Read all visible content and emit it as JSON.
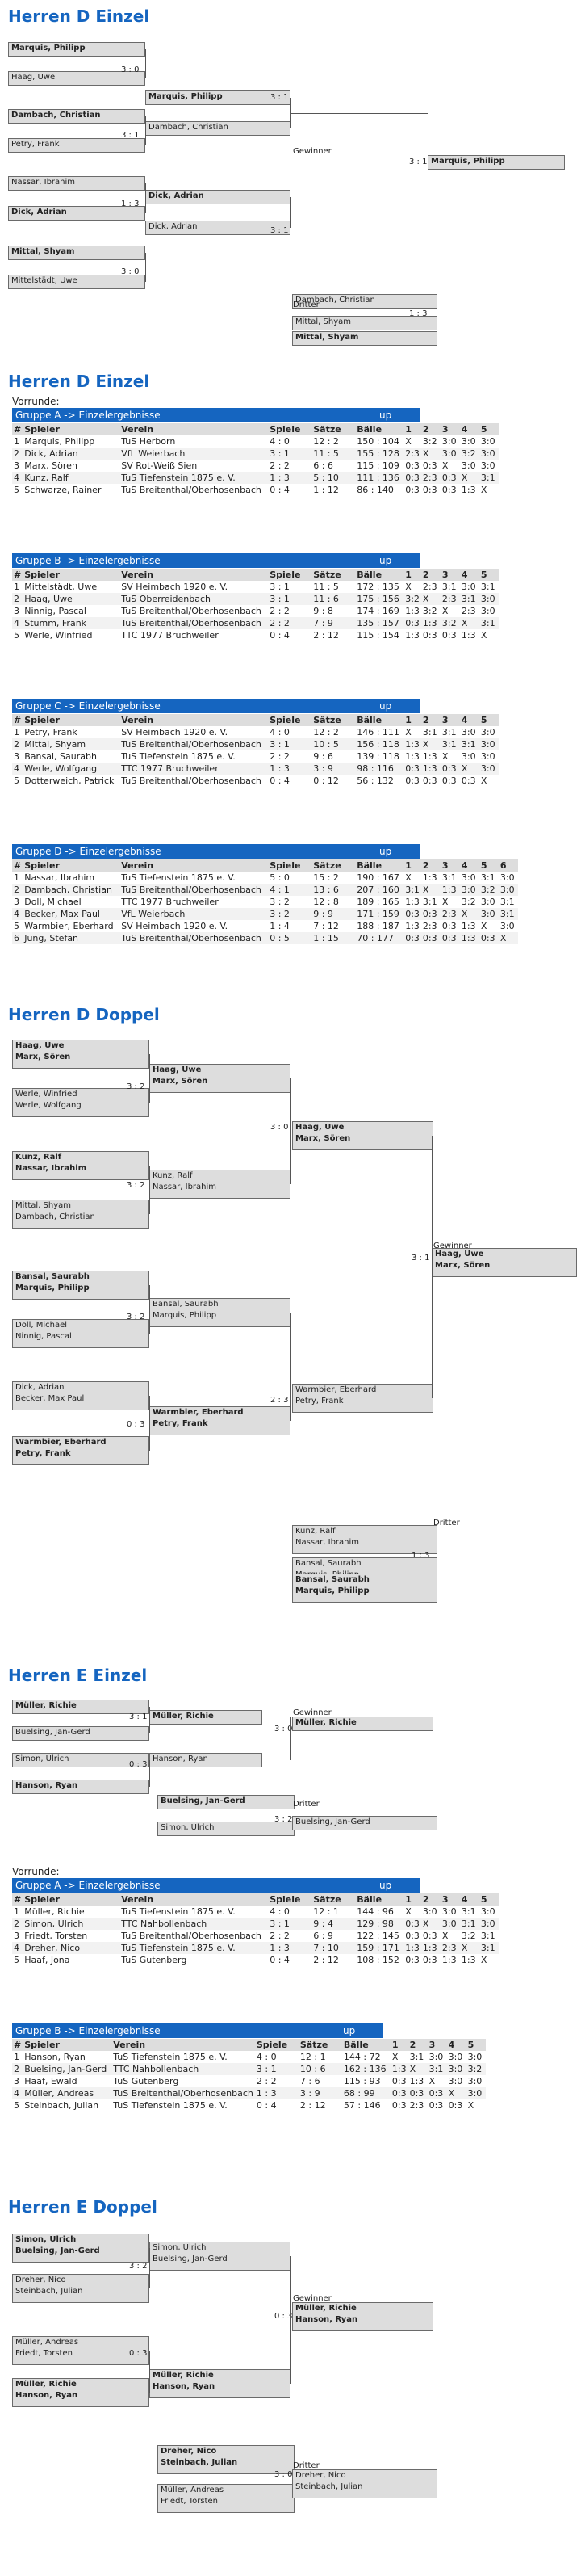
{
  "brackets": [
    {
      "title": "Herren D Einzel",
      "boxes": [
        {
          "k": "b",
          "l": [
            "Marquis, Philipp"
          ],
          "w": [
            1
          ]
        },
        {
          "k": "b",
          "l": [
            "Haag, Uwe"
          ],
          "w": []
        },
        {
          "k": "b",
          "l": [
            "Dambach, Christian"
          ],
          "w": [
            1
          ]
        },
        {
          "k": "b",
          "l": [
            "Petry, Frank"
          ],
          "w": []
        },
        {
          "k": "b",
          "l": [
            "Nassar, Ibrahim"
          ],
          "w": []
        },
        {
          "k": "b",
          "l": [
            "Dick, Adrian"
          ],
          "w": [
            1
          ]
        },
        {
          "k": "b",
          "l": [
            "Mittal, Shyam"
          ],
          "w": [
            1
          ]
        },
        {
          "k": "b",
          "l": [
            "Mittelstädt, Uwe"
          ],
          "w": []
        },
        {
          "k": "b",
          "l": [
            "Marquis, Philipp"
          ],
          "w": [
            1
          ]
        },
        {
          "k": "b",
          "l": [
            "Dambach, Christian"
          ],
          "w": []
        },
        {
          "k": "b",
          "l": [
            "Dick, Adrian"
          ],
          "w": [
            1
          ]
        },
        {
          "k": "b",
          "l": [
            "Dick, Adrian"
          ],
          "w": []
        },
        {
          "k": "b",
          "l": [
            "Marquis, Philipp"
          ],
          "w": [
            1
          ]
        },
        {
          "k": "b",
          "l": [
            "Dambach, Christian"
          ],
          "w": []
        },
        {
          "k": "b",
          "l": [
            "Mittal, Shyam"
          ],
          "w": []
        },
        {
          "k": "b",
          "l": [
            "Mittal, Shyam"
          ],
          "w": [
            1
          ]
        }
      ],
      "scores": [
        "3 : 0",
        "3 : 1",
        "1 : 3",
        "3 : 0",
        "3 : 1",
        "3 : 1",
        "3 : 1",
        "1 : 3"
      ],
      "labels": [
        "Gewinner",
        "Dritter"
      ]
    },
    {
      "title": "Herren D Doppel",
      "boxes": [
        {
          "k": "b",
          "l": [
            "Haag, Uwe",
            "Marx, Sören"
          ],
          "w": [
            1,
            1
          ]
        },
        {
          "k": "b",
          "l": [
            "Werle, Winfried",
            "Werle, Wolfgang"
          ],
          "w": []
        },
        {
          "k": "b",
          "l": [
            "Kunz, Ralf",
            "Nassar, Ibrahim"
          ],
          "w": [
            1,
            1
          ]
        },
        {
          "k": "b",
          "l": [
            "Mittal, Shyam",
            "Dambach, Christian"
          ],
          "w": []
        },
        {
          "k": "b",
          "l": [
            "Bansal, Saurabh",
            "Marquis, Philipp"
          ],
          "w": [
            1,
            1
          ]
        },
        {
          "k": "b",
          "l": [
            "Doll, Michael",
            "Ninnig, Pascal"
          ],
          "w": []
        },
        {
          "k": "b",
          "l": [
            "Dick, Adrian",
            "Becker, Max Paul"
          ],
          "w": []
        },
        {
          "k": "b",
          "l": [
            "Warmbier, Eberhard",
            "Petry, Frank"
          ],
          "w": [
            1,
            1
          ]
        },
        {
          "k": "b",
          "l": [
            "Haag, Uwe",
            "Marx, Sören"
          ],
          "w": [
            1,
            1
          ]
        },
        {
          "k": "b",
          "l": [
            "Kunz, Ralf",
            "Nassar, Ibrahim"
          ],
          "w": []
        },
        {
          "k": "b",
          "l": [
            "Bansal, Saurabh",
            "Marquis, Philipp"
          ],
          "w": []
        },
        {
          "k": "b",
          "l": [
            "Warmbier, Eberhard",
            "Petry, Frank"
          ],
          "w": [
            1,
            1
          ]
        },
        {
          "k": "b",
          "l": [
            "Haag, Uwe",
            "Marx, Sören"
          ],
          "w": [
            1,
            1
          ]
        },
        {
          "k": "b",
          "l": [
            "Warmbier, Eberhard",
            "Petry, Frank"
          ],
          "w": []
        },
        {
          "k": "b",
          "l": [
            "Haag, Uwe",
            "Marx, Sören"
          ],
          "w": [
            1,
            1
          ]
        },
        {
          "k": "b",
          "l": [
            "Kunz, Ralf",
            "Nassar, Ibrahim"
          ],
          "w": []
        },
        {
          "k": "b",
          "l": [
            "Bansal, Saurabh",
            "Marquis, Philipp"
          ],
          "w": []
        },
        {
          "k": "b",
          "l": [
            "Bansal, Saurabh",
            "Marquis, Philipp"
          ],
          "w": [
            1,
            1
          ]
        }
      ],
      "scores": [
        "3 : 2",
        "3 : 2",
        "3 : 2",
        "0 : 3",
        "3 : 0",
        "2 : 3",
        "3 : 1",
        "1 : 3"
      ],
      "labels": [
        "Gewinner",
        "Dritter"
      ]
    },
    {
      "title": "Herren E Einzel",
      "boxes": [
        {
          "k": "b",
          "l": [
            "Müller, Richie"
          ],
          "w": [
            1
          ]
        },
        {
          "k": "b",
          "l": [
            "Buelsing, Jan-Gerd"
          ],
          "w": []
        },
        {
          "k": "b",
          "l": [
            "Simon, Ulrich"
          ],
          "w": []
        },
        {
          "k": "b",
          "l": [
            "Hanson, Ryan"
          ],
          "w": [
            1
          ]
        },
        {
          "k": "b",
          "l": [
            "Müller, Richie"
          ],
          "w": [
            1
          ]
        },
        {
          "k": "b",
          "l": [
            "Hanson, Ryan"
          ],
          "w": []
        },
        {
          "k": "b",
          "l": [
            "Müller, Richie"
          ],
          "w": [
            1
          ]
        },
        {
          "k": "b",
          "l": [
            "Buelsing, Jan-Gerd"
          ],
          "w": [
            1
          ]
        },
        {
          "k": "b",
          "l": [
            "Simon, Ulrich"
          ],
          "w": []
        },
        {
          "k": "b",
          "l": [
            "Buelsing, Jan-Gerd"
          ],
          "w": []
        }
      ],
      "scores": [
        "3 : 1",
        "0 : 3",
        "3 : 0",
        "3 : 2"
      ],
      "labels": [
        "Gewinner",
        "Dritter"
      ]
    },
    {
      "title": "Herren E Doppel",
      "boxes": [
        {
          "k": "b",
          "l": [
            "Simon, Ulrich",
            "Buelsing, Jan-Gerd"
          ],
          "w": [
            1,
            1
          ]
        },
        {
          "k": "b",
          "l": [
            "Dreher, Nico",
            "Steinbach, Julian"
          ],
          "w": []
        },
        {
          "k": "b",
          "l": [
            "Müller, Andreas",
            "Friedt, Torsten"
          ],
          "w": []
        },
        {
          "k": "b",
          "l": [
            "Müller, Richie",
            "Hanson, Ryan"
          ],
          "w": [
            1,
            1
          ]
        },
        {
          "k": "b",
          "l": [
            "Simon, Ulrich",
            "Buelsing, Jan-Gerd"
          ],
          "w": []
        },
        {
          "k": "b",
          "l": [
            "Müller, Richie",
            "Hanson, Ryan"
          ],
          "w": [
            1,
            1
          ]
        },
        {
          "k": "b",
          "l": [
            "Müller, Richie",
            "Hanson, Ryan"
          ],
          "w": [
            1,
            1
          ]
        },
        {
          "k": "b",
          "l": [
            "Dreher, Nico",
            "Steinbach, Julian"
          ],
          "w": [
            1,
            1
          ]
        },
        {
          "k": "b",
          "l": [
            "Müller, Andreas",
            "Friedt, Torsten"
          ],
          "w": []
        },
        {
          "k": "b",
          "l": [
            "Dreher, Nico",
            "Steinbach, Julian"
          ],
          "w": []
        }
      ],
      "scores": [
        "3 : 2",
        "0 : 3",
        "0 : 3",
        "3 : 0"
      ],
      "labels": [
        "Gewinner",
        "Dritter"
      ]
    }
  ],
  "groups_title": "Herren D Einzel",
  "vorrunde": "Vorrunde:",
  "up_label": "up",
  "headers": [
    "#",
    "Spieler",
    "Verein",
    "Spiele",
    "Sätze",
    "Bälle",
    "1",
    "2",
    "3",
    "4",
    "5",
    "6"
  ],
  "groups": [
    {
      "name": "Gruppe A -> Einzelergebnisse",
      "rows": [
        [
          "1",
          "Marquis, Philipp",
          "TuS Herborn",
          "4 : 0",
          "12 : 2",
          "150 : 104",
          "X",
          "3:2",
          "3:0",
          "3:0",
          "3:0"
        ],
        [
          "2",
          "Dick, Adrian",
          "VfL Weierbach",
          "3 : 1",
          "11 : 5",
          "155 : 128",
          "2:3",
          "X",
          "3:0",
          "3:2",
          "3:0"
        ],
        [
          "3",
          "Marx, Sören",
          "SV Rot-Weiß Sien",
          "2 : 2",
          "6 : 6",
          "115 : 109",
          "0:3",
          "0:3",
          "X",
          "3:0",
          "3:0"
        ],
        [
          "4",
          "Kunz, Ralf",
          "TuS Tiefenstein 1875 e. V.",
          "1 : 3",
          "5 : 10",
          "111 : 136",
          "0:3",
          "2:3",
          "0:3",
          "X",
          "3:1"
        ],
        [
          "5",
          "Schwarze, Rainer",
          "TuS Breitenthal/Oberhosenbach",
          "0 : 4",
          "1 : 12",
          "86 : 140",
          "0:3",
          "0:3",
          "0:3",
          "1:3",
          "X"
        ]
      ]
    },
    {
      "name": "Gruppe B -> Einzelergebnisse",
      "rows": [
        [
          "1",
          "Mittelstädt, Uwe",
          "SV Heimbach 1920 e. V.",
          "3 : 1",
          "11 : 5",
          "172 : 135",
          "X",
          "2:3",
          "3:1",
          "3:0",
          "3:1"
        ],
        [
          "2",
          "Haag, Uwe",
          "TuS Oberreidenbach",
          "3 : 1",
          "11 : 6",
          "175 : 156",
          "3:2",
          "X",
          "2:3",
          "3:1",
          "3:0"
        ],
        [
          "3",
          "Ninnig, Pascal",
          "TuS Breitenthal/Oberhosenbach",
          "2 : 2",
          "9 : 8",
          "174 : 169",
          "1:3",
          "3:2",
          "X",
          "2:3",
          "3:0"
        ],
        [
          "4",
          "Stumm, Frank",
          "TuS Breitenthal/Oberhosenbach",
          "2 : 2",
          "7 : 9",
          "135 : 157",
          "0:3",
          "1:3",
          "3:2",
          "X",
          "3:1"
        ],
        [
          "5",
          "Werle, Winfried",
          "TTC 1977 Bruchweiler",
          "0 : 4",
          "2 : 12",
          "115 : 154",
          "1:3",
          "0:3",
          "0:3",
          "1:3",
          "X"
        ]
      ]
    },
    {
      "name": "Gruppe C -> Einzelergebnisse",
      "rows": [
        [
          "1",
          "Petry, Frank",
          "SV Heimbach 1920 e. V.",
          "4 : 0",
          "12 : 2",
          "146 : 111",
          "X",
          "3:1",
          "3:1",
          "3:0",
          "3:0"
        ],
        [
          "2",
          "Mittal, Shyam",
          "TuS Breitenthal/Oberhosenbach",
          "3 : 1",
          "10 : 5",
          "156 : 118",
          "1:3",
          "X",
          "3:1",
          "3:1",
          "3:0"
        ],
        [
          "3",
          "Bansal, Saurabh",
          "TuS Tiefenstein 1875 e. V.",
          "2 : 2",
          "9 : 6",
          "139 : 118",
          "1:3",
          "1:3",
          "X",
          "3:0",
          "3:0"
        ],
        [
          "4",
          "Werle, Wolfgang",
          "TTC 1977 Bruchweiler",
          "1 : 3",
          "3 : 9",
          "98 : 116",
          "0:3",
          "1:3",
          "0:3",
          "X",
          "3:0"
        ],
        [
          "5",
          "Dotterweich, Patrick",
          "TuS Breitenthal/Oberhosenbach",
          "0 : 4",
          "0 : 12",
          "56 : 132",
          "0:3",
          "0:3",
          "0:3",
          "0:3",
          "X"
        ]
      ]
    },
    {
      "name": "Gruppe D -> Einzelergebnisse",
      "six": true,
      "rows": [
        [
          "1",
          "Nassar, Ibrahim",
          "TuS Tiefenstein 1875 e. V.",
          "5 : 0",
          "15 : 2",
          "190 : 167",
          "X",
          "1:3",
          "3:1",
          "3:0",
          "3:1",
          "3:0"
        ],
        [
          "2",
          "Dambach, Christian",
          "TuS Breitenthal/Oberhosenbach",
          "4 : 1",
          "13 : 6",
          "207 : 160",
          "3:1",
          "X",
          "1:3",
          "3:0",
          "3:2",
          "3:0"
        ],
        [
          "3",
          "Doll, Michael",
          "TTC 1977 Bruchweiler",
          "3 : 2",
          "12 : 8",
          "189 : 165",
          "1:3",
          "3:1",
          "X",
          "3:2",
          "3:0",
          "3:1"
        ],
        [
          "4",
          "Becker, Max Paul",
          "VfL Weierbach",
          "3 : 2",
          "9 : 9",
          "171 : 159",
          "0:3",
          "0:3",
          "2:3",
          "X",
          "3:0",
          "3:1"
        ],
        [
          "5",
          "Warmbier, Eberhard",
          "SV Heimbach 1920 e. V.",
          "1 : 4",
          "7 : 12",
          "188 : 187",
          "1:3",
          "2:3",
          "0:3",
          "1:3",
          "X",
          "3:0"
        ],
        [
          "6",
          "Jung, Stefan",
          "TuS Breitenthal/Oberhosenbach",
          "0 : 5",
          "1 : 15",
          "70 : 177",
          "0:3",
          "0:3",
          "0:3",
          "1:3",
          "0:3",
          "X"
        ]
      ]
    }
  ],
  "e_groups": [
    {
      "name": "Gruppe A -> Einzelergebnisse",
      "rows": [
        [
          "1",
          "Müller, Richie",
          "TuS Tiefenstein 1875 e. V.",
          "4 : 0",
          "12 : 1",
          "144 : 96",
          "X",
          "3:0",
          "3:0",
          "3:1",
          "3:0"
        ],
        [
          "2",
          "Simon, Ulrich",
          "TTC Nahbollenbach",
          "3 : 1",
          "9 : 4",
          "129 : 98",
          "0:3",
          "X",
          "3:0",
          "3:1",
          "3:0"
        ],
        [
          "3",
          "Friedt, Torsten",
          "TuS Breitenthal/Oberhosenbach",
          "2 : 2",
          "6 : 9",
          "122 : 145",
          "0:3",
          "0:3",
          "X",
          "3:2",
          "3:1"
        ],
        [
          "4",
          "Dreher, Nico",
          "TuS Tiefenstein 1875 e. V.",
          "1 : 3",
          "7 : 10",
          "159 : 171",
          "1:3",
          "1:3",
          "2:3",
          "X",
          "3:1"
        ],
        [
          "5",
          "Haaf, Jona",
          "TuS Gutenberg",
          "0 : 4",
          "2 : 12",
          "108 : 152",
          "0:3",
          "0:3",
          "1:3",
          "1:3",
          "X"
        ]
      ]
    },
    {
      "name": "Gruppe B -> Einzelergebnisse",
      "rows": [
        [
          "1",
          "Hanson, Ryan",
          "TuS Tiefenstein 1875 e. V.",
          "4 : 0",
          "12 : 1",
          "144 : 72",
          "X",
          "3:1",
          "3:0",
          "3:0",
          "3:0"
        ],
        [
          "2",
          "Buelsing, Jan-Gerd",
          "TTC Nahbollenbach",
          "3 : 1",
          "10 : 6",
          "162 : 136",
          "1:3",
          "X",
          "3:1",
          "3:0",
          "3:2"
        ],
        [
          "3",
          "Haaf, Ewald",
          "TuS Gutenberg",
          "2 : 2",
          "7 : 6",
          "115 : 93",
          "0:3",
          "1:3",
          "X",
          "3:0",
          "3:0"
        ],
        [
          "4",
          "Müller, Andreas",
          "TuS Breitenthal/Oberhosenbach",
          "1 : 3",
          "3 : 9",
          "68 : 99",
          "0:3",
          "0:3",
          "0:3",
          "X",
          "3:0"
        ],
        [
          "5",
          "Steinbach, Julian",
          "TuS Tiefenstein 1875 e. V.",
          "0 : 4",
          "2 : 12",
          "57 : 146",
          "0:3",
          "2:3",
          "0:3",
          "0:3",
          "X"
        ]
      ]
    }
  ]
}
